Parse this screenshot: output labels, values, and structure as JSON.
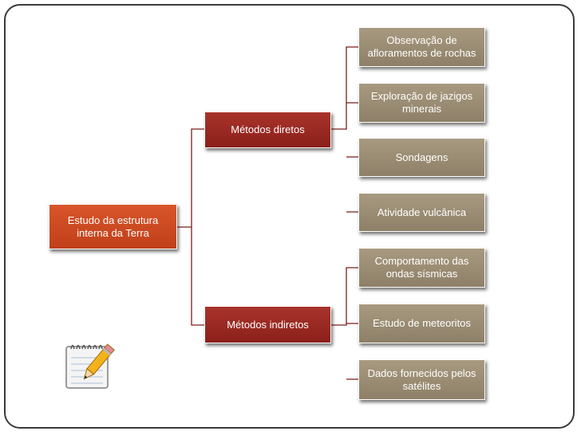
{
  "diagram": {
    "root": {
      "label": "Estudo da estrutura interna da Terra"
    },
    "branches": [
      {
        "label": "Métodos diretos",
        "children": [
          "Observação de afloramentos de rochas",
          "Exploração de jazigos minerais",
          "Sondagens",
          "Atividade vulcânica"
        ]
      },
      {
        "label": "Métodos indiretos",
        "children": [
          "Comportamento das ondas sísmicas",
          "Estudo de meteoritos",
          "Dados fornecidos pelos satélites"
        ]
      }
    ]
  },
  "decoration": {
    "icon": "notepad-pencil-icon"
  },
  "colors": {
    "root": "#c9471f",
    "branch": "#981f1a",
    "leaf": "#9a8c73",
    "connector": "#7a1f1a"
  }
}
